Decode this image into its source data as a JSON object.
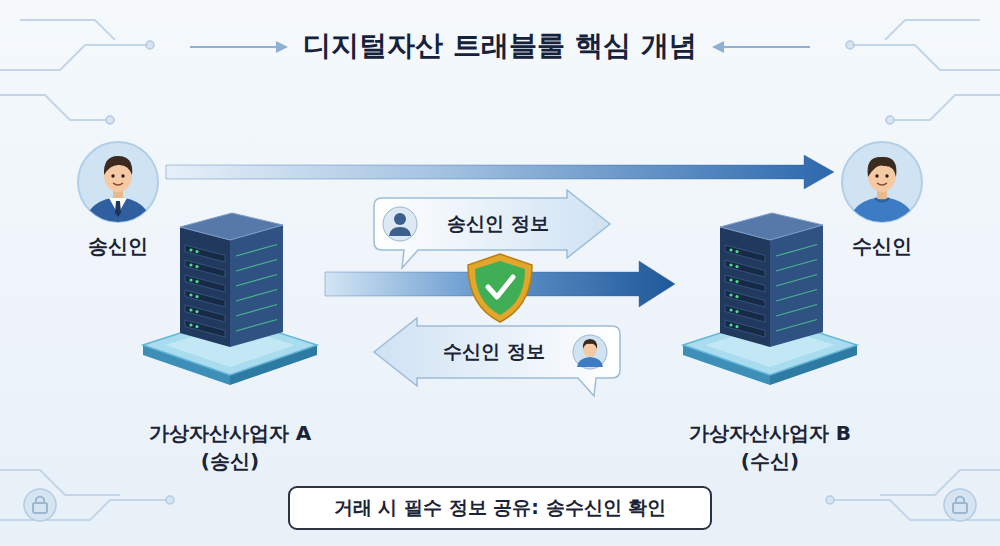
{
  "diagram": {
    "title": "디지털자산 트래블룰 핵심 개념",
    "caption": "거래 시 필수 정보 공유: 송수신인 확인",
    "nodes": [
      {
        "text": [
          "송신인"
        ]
      },
      {
        "text": [
          "수신인"
        ]
      },
      {
        "text": [
          "송신인 정보"
        ]
      },
      {
        "text": [
          "수신인 정보"
        ]
      },
      {
        "text": [
          "가상자산사업자 A (송신)"
        ]
      },
      {
        "text": [
          "가상자산사업자 B (수신)"
        ]
      }
    ],
    "edges": [
      {
        "from": 0,
        "to": 1,
        "arrow": "to"
      },
      {
        "from": 4,
        "to": 5,
        "arrow": "to"
      }
    ]
  }
}
